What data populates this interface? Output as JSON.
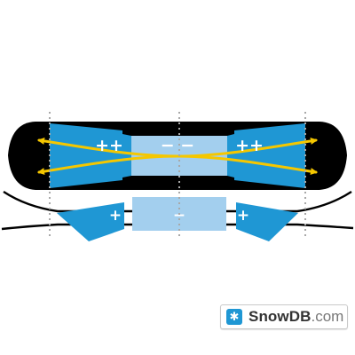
{
  "diagram": {
    "colors": {
      "board": "#000000",
      "stiff": "#1f97d4",
      "soft": "#a3cfee",
      "arrow": "#f5c700",
      "guide": "#a8a8a8",
      "sign": "#ffffff"
    },
    "top_view": {
      "zones": [
        {
          "name": "tip-zone",
          "sign": "++"
        },
        {
          "name": "center-zone",
          "sign": "− −"
        },
        {
          "name": "tail-zone",
          "sign": "++"
        }
      ],
      "arrows": "four yellow arrows running from the center toward the contact points"
    },
    "side_view": {
      "zones": [
        {
          "name": "tip-zone",
          "sign": "+"
        },
        {
          "name": "center-zone",
          "sign": "−"
        },
        {
          "name": "tail-zone",
          "sign": "+"
        }
      ]
    }
  },
  "brand": {
    "icon": "snowflake-icon",
    "icon_glyph": "✱",
    "name": "SnowDB",
    "tld": ".com"
  }
}
